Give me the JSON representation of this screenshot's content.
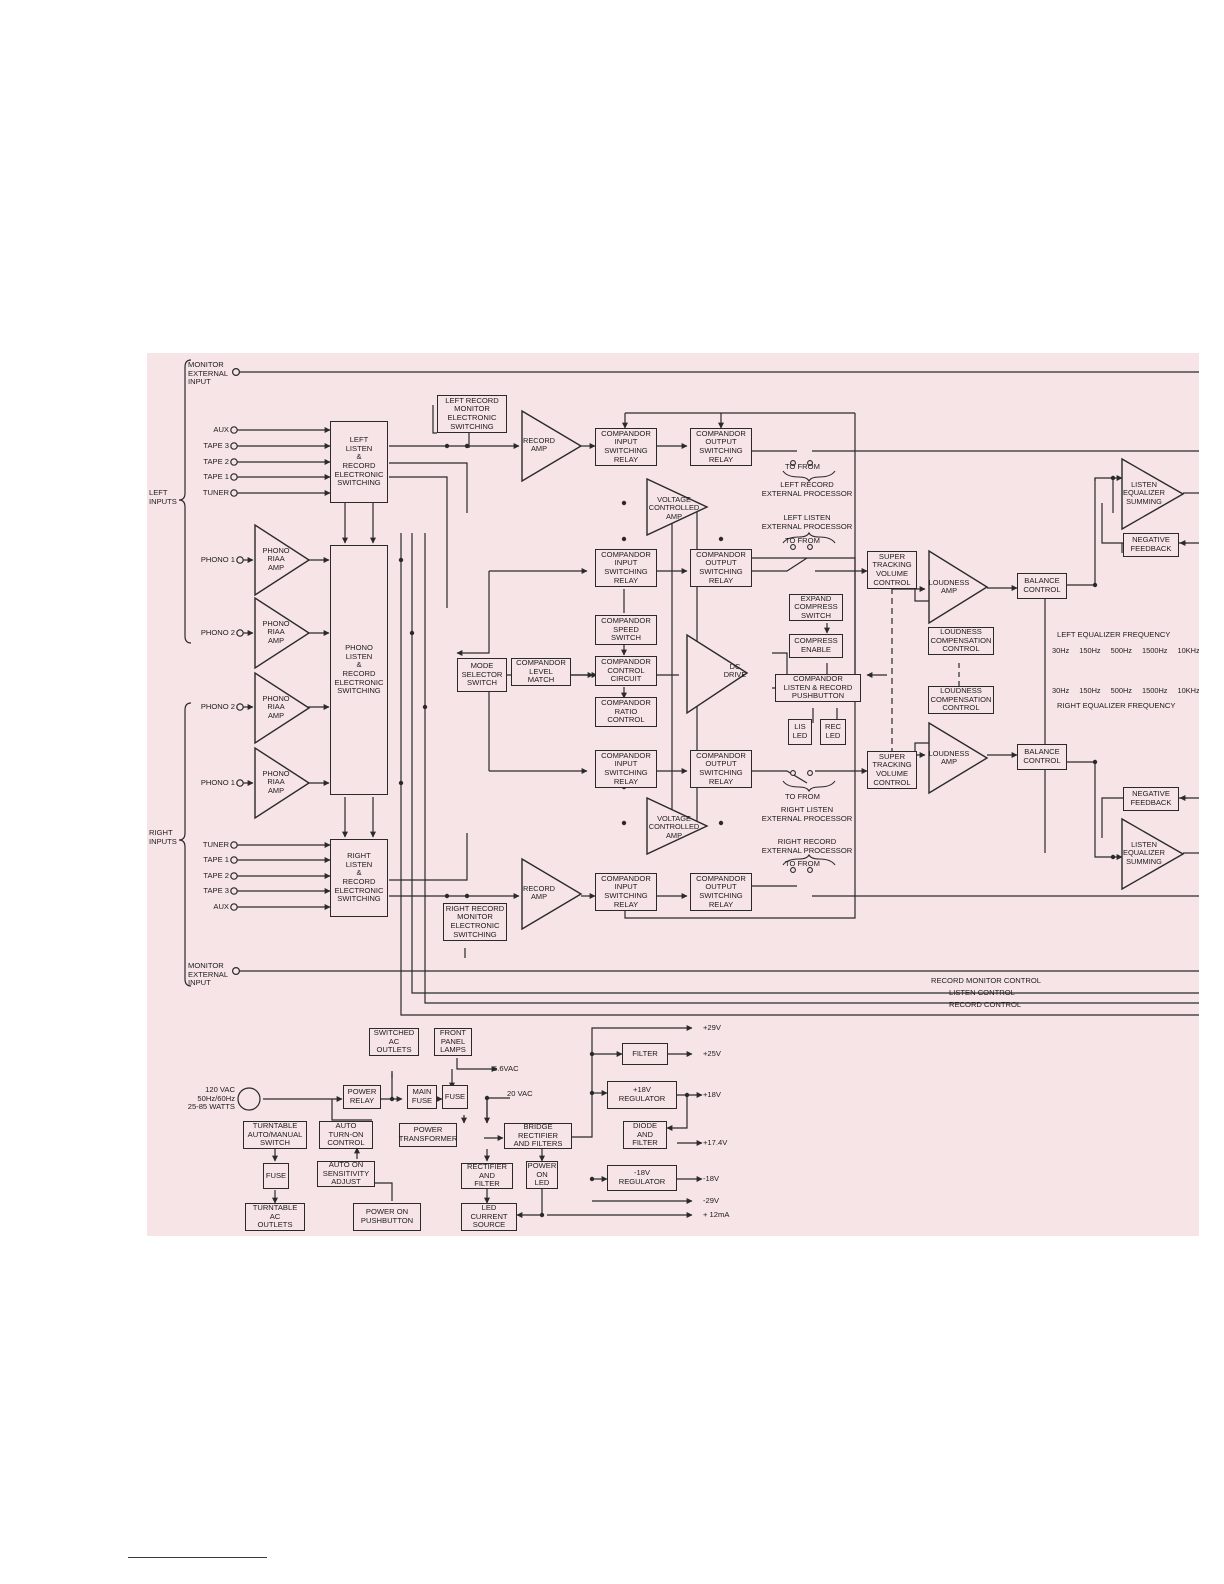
{
  "inputs": {
    "monitor_external_top": "MONITOR\nEXTERNAL\nINPUT",
    "left_inputs": "LEFT\nINPUTS",
    "right_inputs": "RIGHT\nINPUTS",
    "monitor_external_bottom": "MONITOR\nEXTERNAL\nINPUT",
    "left_sources": [
      "AUX",
      "TAPE 3",
      "TAPE 2",
      "TAPE 1",
      "TUNER"
    ],
    "right_sources": [
      "TUNER",
      "TAPE 1",
      "TAPE 2",
      "TAPE 3",
      "AUX"
    ],
    "phono_left": [
      "PHONO 1",
      "PHONO 2"
    ],
    "phono_right": [
      "PHONO 2",
      "PHONO 1"
    ]
  },
  "amps": {
    "phono_riaa": "PHONO\nRIAA\nAMP",
    "record_amp": "RECORD\nAMP",
    "vca": "VOLTAGE\nCONTROLLED\nAMP",
    "dc_drive": "DC\nDRIVE",
    "loudness_amp": "LOUDNESS\nAMP",
    "listen_eq_summing": "LISTEN\nEQUALIZER\nSUMMING"
  },
  "blocks": {
    "left_listen_switching": "LEFT\nLISTEN\n&\nRECORD\nELECTRONIC\nSWITCHING",
    "phono_switching": "PHONO\nLISTEN\n&\nRECORD\nELECTRONIC\nSWITCHING",
    "right_listen_switching": "RIGHT\nLISTEN\n&\nRECORD\nELECTRONIC\nSWITCHING",
    "left_record_monitor": "LEFT RECORD\nMONITOR\nELECTRONIC\nSWITCHING",
    "right_record_monitor": "RIGHT RECORD\nMONITOR\nELECTRONIC\nSWITCHING",
    "mode_selector": "MODE\nSELECTOR\nSWITCH",
    "companding_level": "COMPANDOR\nLEVEL\nMATCH",
    "comp_input_relay": "COMPANDOR\nINPUT\nSWITCHING\nRELAY",
    "comp_output_relay": "COMPANDOR\nOUTPUT\nSWITCHING\nRELAY",
    "comp_speed": "COMPANDOR\nSPEED\nSWITCH",
    "comp_control": "COMPANDOR\nCONTROL\nCIRCUIT",
    "comp_ratio": "COMPANDOR\nRATIO\nCONTROL",
    "expand_compress": "EXPAND\nCOMPRESS\nSWITCH",
    "compress_enable": "COMPRESS\nENABLE",
    "listen_record_pb": "COMPANDOR\nLISTEN & RECORD\nPUSHBUTTON",
    "lis_led": "LIS\nLED",
    "rec_led": "REC\nLED",
    "super_tracking": "SUPER\nTRACKING\nVOLUME\nCONTROL",
    "balance": "BALANCE\nCONTROL",
    "loudness_comp": "LOUDNESS\nCOMPENSATION\nCONTROL",
    "negative_feedback": "NEGATIVE\nFEEDBACK"
  },
  "processor_labels": {
    "to": "TO",
    "from": "FROM",
    "left_record_ext": "LEFT RECORD\nEXTERNAL PROCESSOR",
    "left_listen_ext": "LEFT LISTEN\nEXTERNAL PROCESSOR",
    "right_listen_ext": "RIGHT LISTEN\nEXTERNAL PROCESSOR",
    "right_record_ext": "RIGHT RECORD\nEXTERNAL PROCESSOR"
  },
  "equalizer": {
    "left_title": "LEFT EQUALIZER FREQUENCY",
    "right_title": "RIGHT EQUALIZER FREQUENCY",
    "bands": [
      "30Hz",
      "150Hz",
      "500Hz",
      "1500Hz",
      "10KHz"
    ]
  },
  "control_lines": {
    "record_monitor": "RECORD MONITOR CONTROL",
    "listen": "LISTEN CONTROL",
    "record": "RECORD CONTROL"
  },
  "power": {
    "mains": "120 VAC\n50Hz/60Hz\n25-85 WATTS",
    "switched_ac": "SWITCHED\nAC\nOUTLETS",
    "front_lamps": "FRONT\nPANEL\nLAMPS",
    "power_relay": "POWER\nRELAY",
    "main_fuse": "MAIN\nFUSE",
    "fuse": "FUSE",
    "turntable_switch": "TURNTABLE\nAUTO/MANUAL\nSWITCH",
    "auto_turn_on": "AUTO\nTURN-ON\nCONTROL",
    "power_transformer": "POWER\nTRANSFORMER",
    "bridge": "BRIDGE\nRECTIFIER\nAND FILTERS",
    "turntable_fuse": "FUSE",
    "sensitivity": "AUTO ON\nSENSITIVITY\nADJUST",
    "rectifier": "RECTIFIER\nAND\nFILTER",
    "power_led": "POWER\nON\nLED",
    "turntable_outlets": "TURNTABLE\nAC\nOUTLETS",
    "power_pb": "POWER ON\nPUSHBUTTON",
    "led_source": "LED\nCURRENT\nSOURCE",
    "filter": "FILTER",
    "reg_pos18": "+18V\nREGULATOR",
    "diode_filter": "DIODE\nAND\nFILTER",
    "reg_neg18": "-18V\nREGULATOR",
    "v56": "5.6VAC",
    "v20": "20 VAC",
    "out_29": "+29V",
    "out_25": "+25V",
    "out_18": "+18V",
    "out_174": "+17.4V",
    "out_n18": "-18V",
    "out_n29": "-29V",
    "out_12ma": "+ 12mA"
  }
}
